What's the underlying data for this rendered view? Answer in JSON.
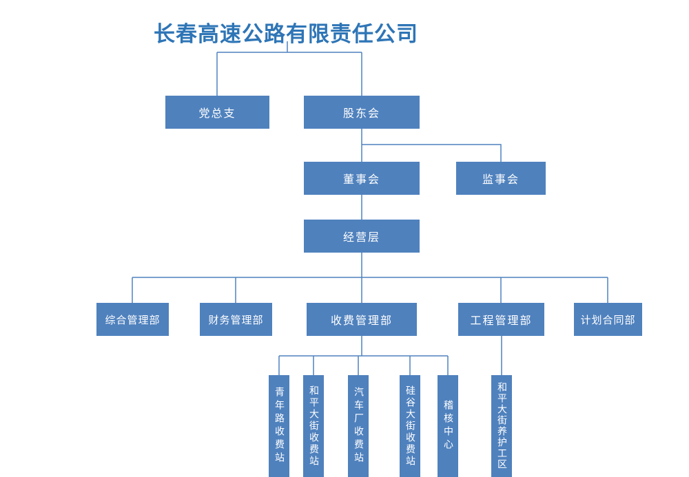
{
  "title": "长春高速公路有限责任公司",
  "org": {
    "party_branch": "党总支",
    "shareholders": "股东会",
    "board_of_directors": "董事会",
    "board_of_supervisors": "监事会",
    "management_level": "经营层",
    "departments": {
      "general_admin": "综合管理部",
      "finance": "财务管理部",
      "toll": "收费管理部",
      "engineering": "工程管理部",
      "planning_contract": "计划合同部"
    },
    "toll_sub_units": {
      "qingnian_road_station": "青年路收费站",
      "heping_street_station": "和平大街收费站",
      "auto_plant_station": "汽车厂收费站",
      "guigu_street_station": "硅谷大街收费站",
      "audit_center": "稽核中心"
    },
    "engineering_sub_units": {
      "heping_maintenance_area": "和平大街养护工区"
    }
  },
  "hierarchy": {
    "root": "长春高速公路有限责任公司",
    "children_of_root": [
      "党总支",
      "股东会"
    ],
    "children_of_shareholders": [
      "董事会",
      "监事会"
    ],
    "children_of_board": [
      "经营层"
    ],
    "children_of_management": [
      "综合管理部",
      "财务管理部",
      "收费管理部",
      "工程管理部",
      "计划合同部"
    ],
    "children_of_toll_dept": [
      "青年路收费站",
      "和平大街收费站",
      "汽车厂收费站",
      "硅谷大街收费站",
      "稽核中心"
    ],
    "children_of_engineering_dept": [
      "和平大街养护工区"
    ]
  },
  "colors": {
    "node_fill": "#4f81bd",
    "node_text": "#ffffff",
    "connector": "#4f81bd",
    "title_text": "#2e75b6",
    "background": "#ffffff"
  }
}
